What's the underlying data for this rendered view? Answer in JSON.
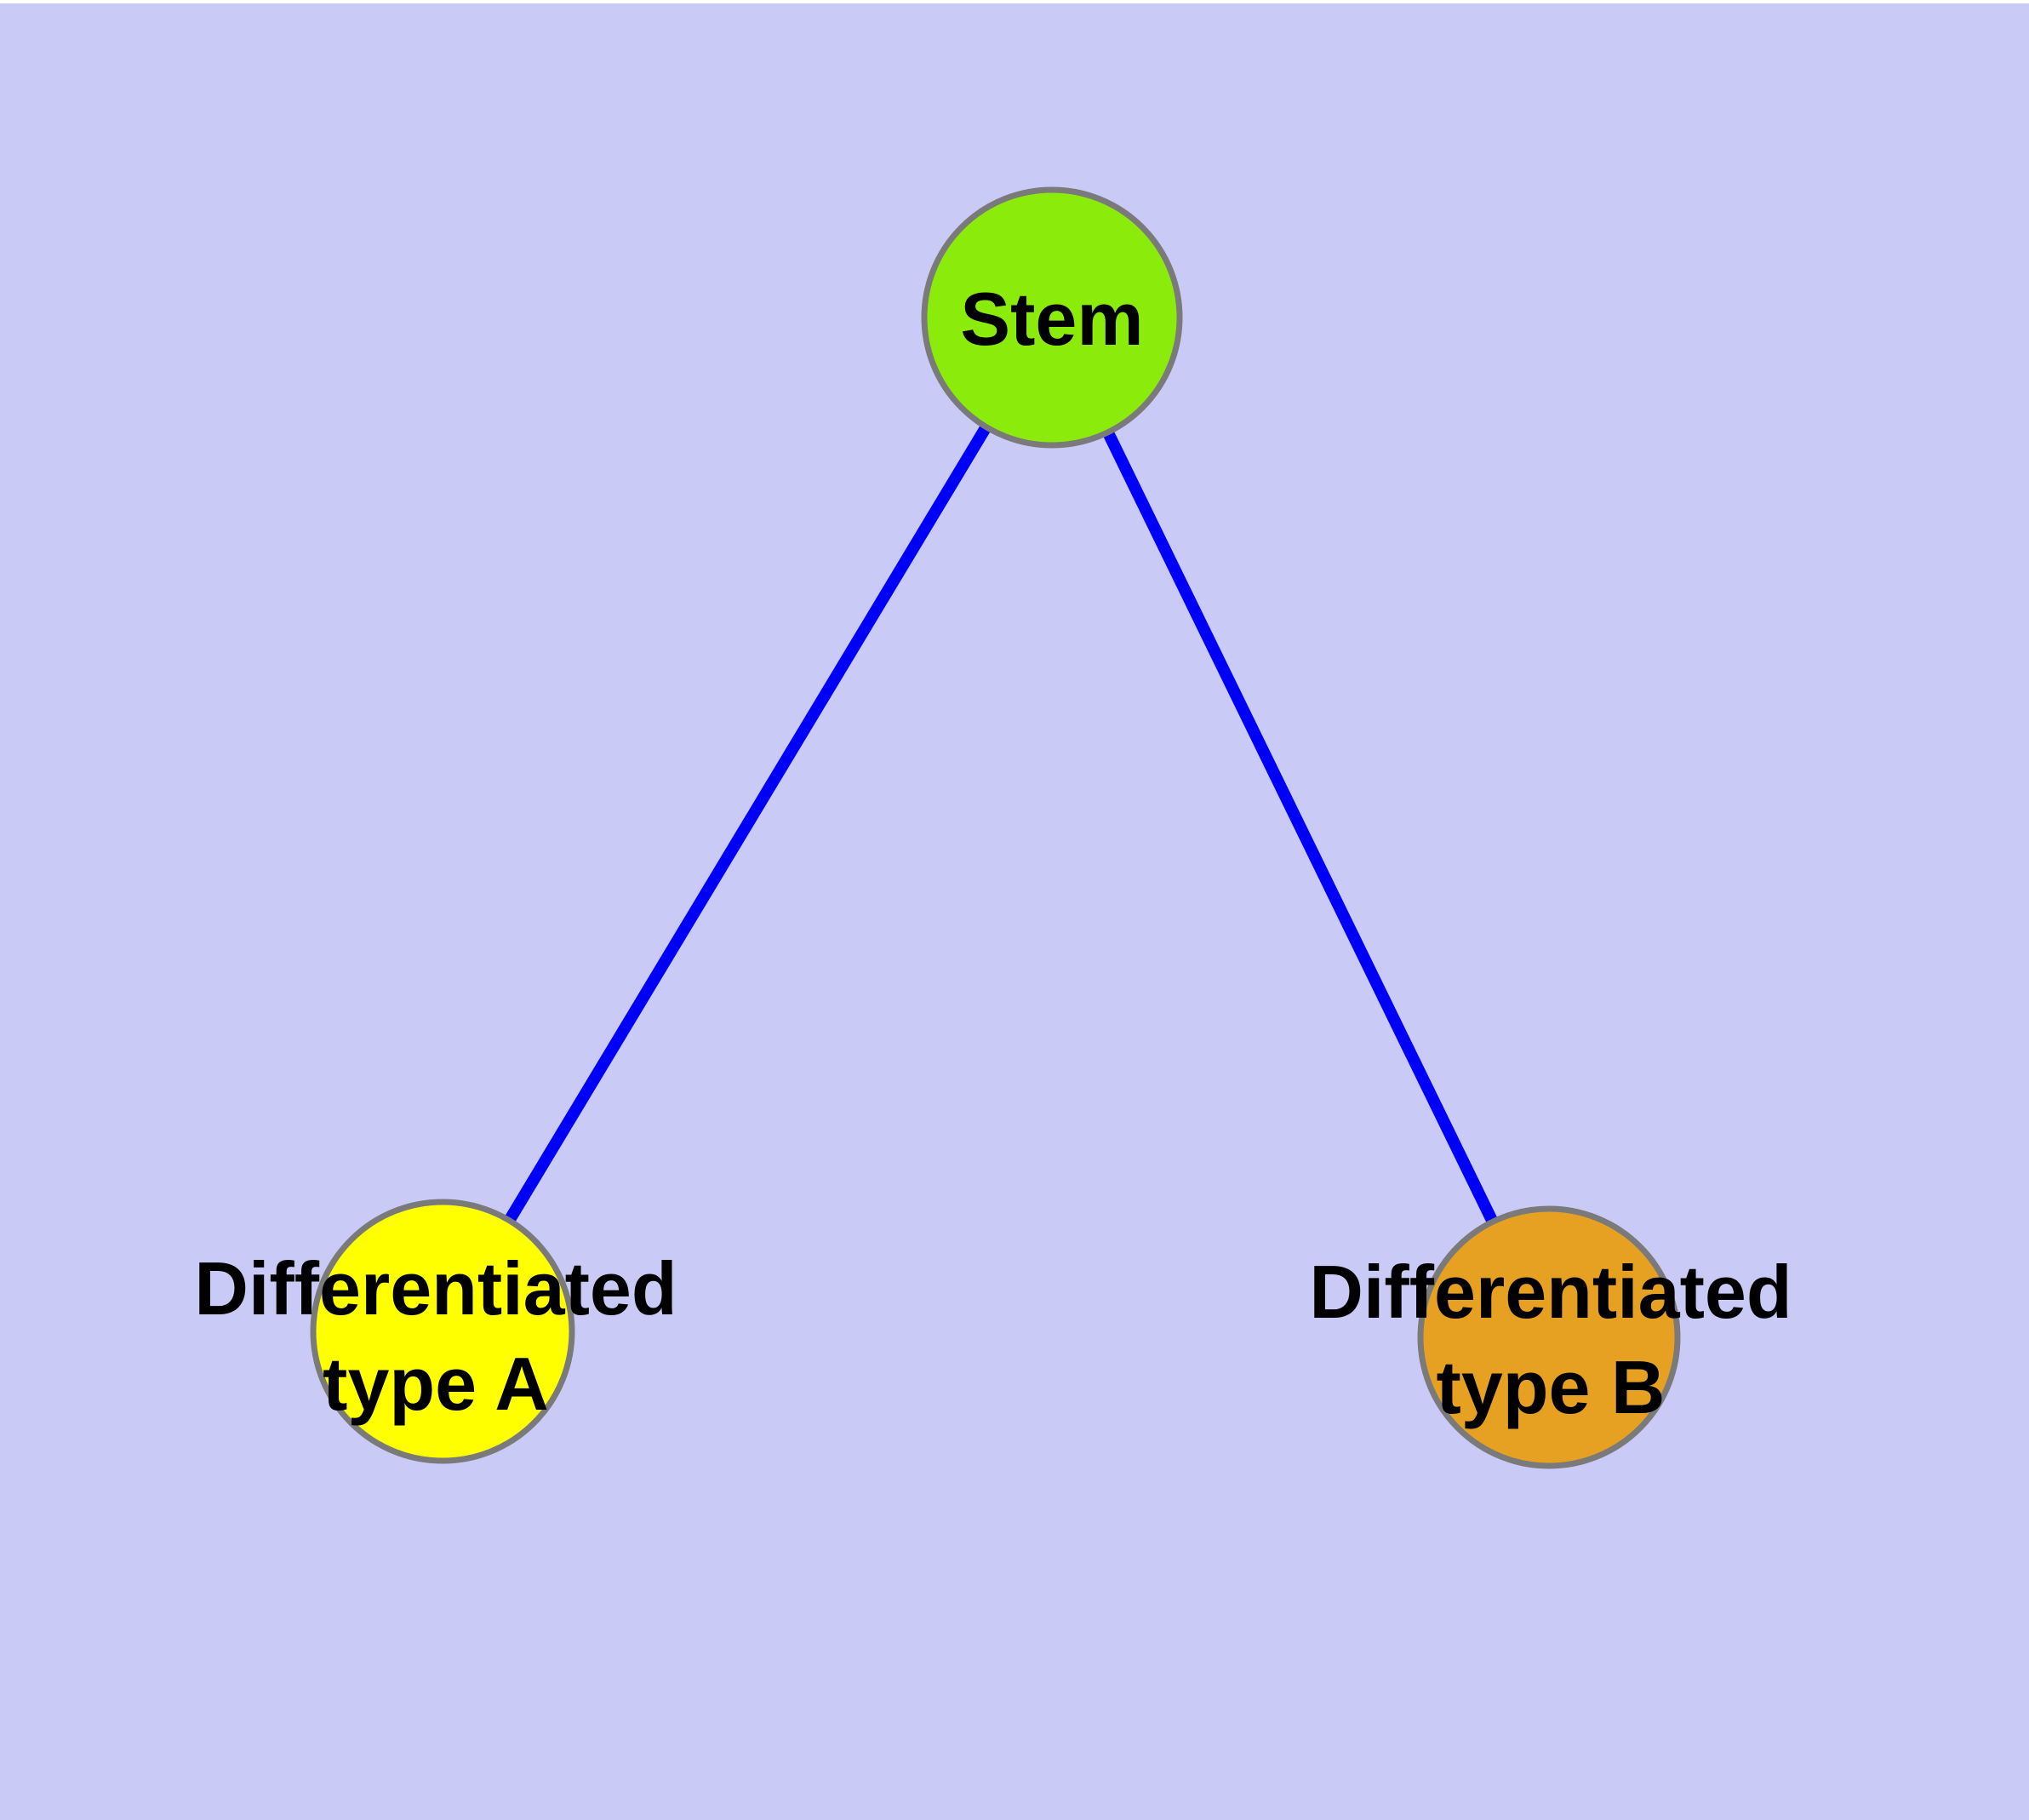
{
  "canvas": {
    "background_color": "#CACAF6",
    "top_margin_color": "#FFFFFF",
    "edge_color": "#0000F8",
    "node_border_color": "#7A7A7A",
    "label_color": "#000000"
  },
  "diagram": {
    "type": "graph",
    "nodes": [
      {
        "id": "stem",
        "lines": [
          "Stem"
        ],
        "color": "#8BEC0C"
      },
      {
        "id": "diff-a",
        "lines": [
          "Differentiated",
          "type A"
        ],
        "color": "#FFFF00"
      },
      {
        "id": "diff-b",
        "lines": [
          "Differentiated",
          "type B"
        ],
        "color": "#E7A122"
      }
    ],
    "edges": [
      {
        "from": "stem",
        "to": "diff-a"
      },
      {
        "from": "stem",
        "to": "diff-b"
      }
    ]
  }
}
